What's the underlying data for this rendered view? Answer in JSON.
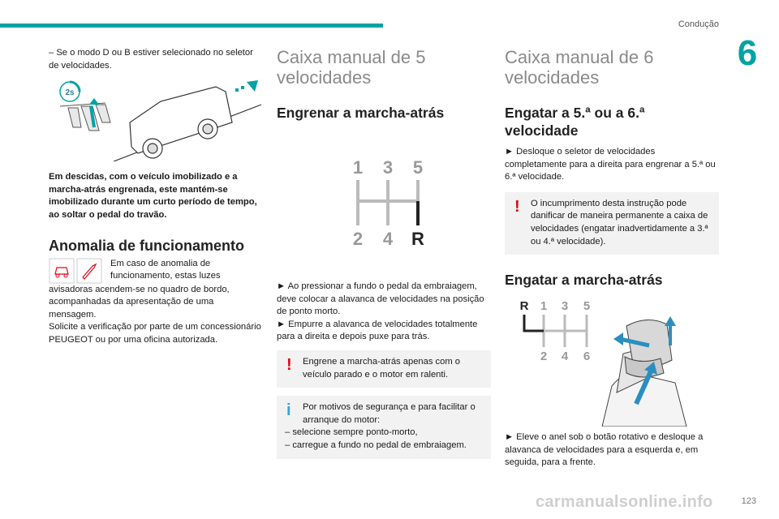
{
  "header": {
    "section": "Condução",
    "chapter": "6",
    "page": "123"
  },
  "watermark": "carmanualsonline.info",
  "col1": {
    "p1": "– Se o modo D ou B estiver selecionado no seletor de velocidades.",
    "icon_2s": "2s",
    "bold_note": "Em descidas, com o veículo imobilizado e a marcha-atrás engrenada, este mantém-se imobilizado durante um curto período de tempo, ao soltar o pedal do travão.",
    "heading": "Anomalia de funcionamento",
    "malfunction_1": "Em caso de anomalia de funcionamento, estas luzes",
    "malfunction_2": "avisadoras acendem-se no quadro de bordo, acompanhadas da apresentação de uma mensagem.",
    "malfunction_3": "Solicite a verificação por parte de um concessionário PEUGEOT ou por uma oficina autorizada."
  },
  "col2": {
    "title": "Caixa manual de 5 velocidades",
    "subtitle": "Engrenar a marcha-atrás",
    "gears_top": [
      "1",
      "3",
      "5"
    ],
    "gears_bottom": [
      "2",
      "4",
      "R"
    ],
    "step1": "► Ao pressionar a fundo o pedal da embraiagem, deve colocar a alavanca de velocidades na posição de ponto morto.",
    "step2": "► Empurre a alavanca de velocidades totalmente para a direita e depois puxe para trás.",
    "warn_mark": "!",
    "warn_text": "Engrene a marcha-atrás apenas com o veículo parado e o motor em ralenti.",
    "info_mark": "i",
    "info_text": "Por motivos de segurança e para facilitar o arranque do motor:",
    "info_item1": "– selecione sempre ponto-morto,",
    "info_item2": "– carregue a fundo no pedal de embraiagem."
  },
  "col3": {
    "title": "Caixa manual de 6 velocidades",
    "subtitle": "Engatar a 5.ª ou a 6.ª velocidade",
    "step1": "► Desloque o seletor de velocidades completamente para a direita para engrenar a 5.ª ou 6.ª velocidade.",
    "warn_mark": "!",
    "warn_text": "O incumprimento desta instrução pode danificar de maneira permanente a caixa de velocidades (engatar inadvertidamente a 3.ª ou 4.ª velocidade).",
    "subtitle2": "Engatar a marcha-atrás",
    "gears_top": [
      "R",
      "1",
      "3",
      "5"
    ],
    "gears_bottom": [
      "2",
      "4",
      "6"
    ],
    "step2": "► Eleve o anel sob o botão rotativo e desloque a alavanca de velocidades para a esquerda e, em seguida, para a frente."
  }
}
